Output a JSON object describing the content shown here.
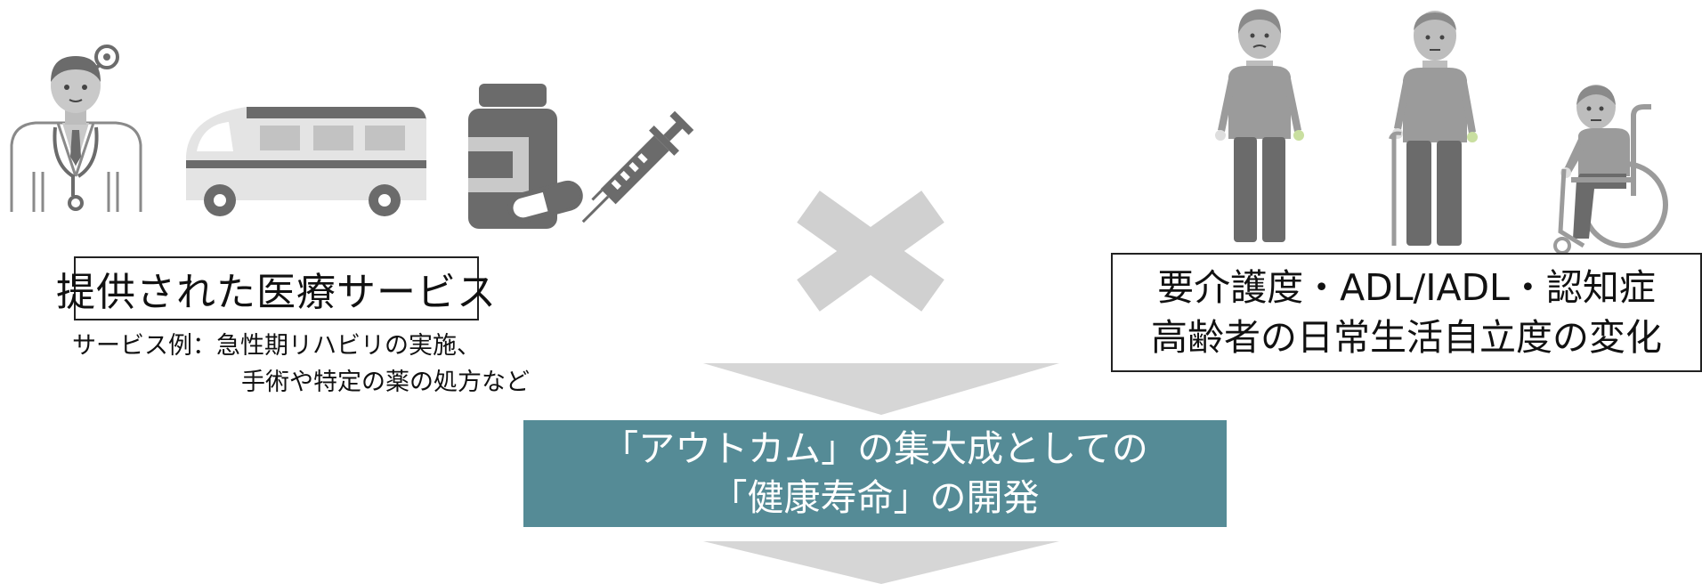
{
  "services": {
    "label": "提供された医療サービス",
    "example_line1": "サービス例：急性期リハビリの実施、",
    "example_line2": "手術や特定の薬の処方など"
  },
  "outcomes": {
    "line1": "要介護度・ADL/IADL・認知症",
    "line2": "高齢者の日常生活自立度の変化"
  },
  "center": {
    "line1": "「アウトカム」の集大成としての",
    "line2": "「健康寿命」の開発"
  },
  "colors": {
    "accent": "#558b96",
    "icon_dark": "#6b6b6b",
    "icon_mid": "#9b9b9b",
    "icon_light": "#c9c9c9",
    "arrow": "#d6d6d6",
    "cross": "#d0d0d0"
  },
  "icons": [
    "doctor-icon",
    "ambulance-icon",
    "medicine-bottle-icon",
    "syringe-icon",
    "multiply-icon",
    "elderly-person-icon",
    "elderly-person-with-cane-icon",
    "elderly-person-in-wheelchair-icon",
    "down-arrow-icon"
  ]
}
